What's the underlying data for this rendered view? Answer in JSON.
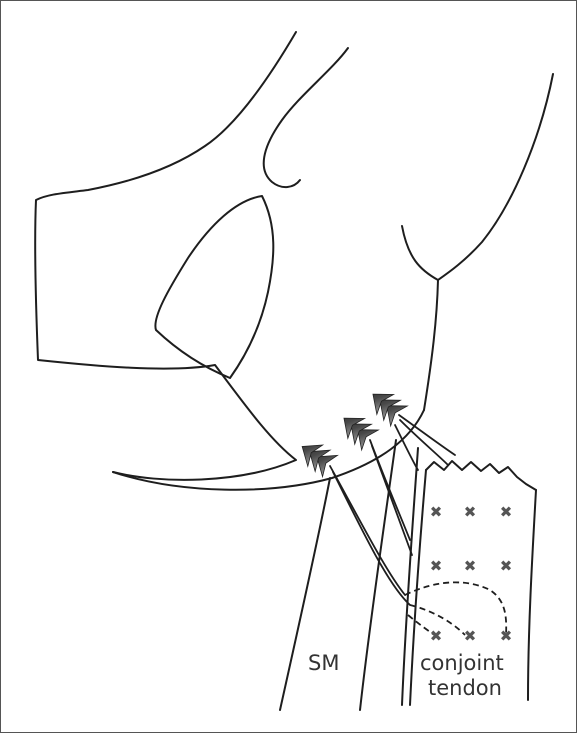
{
  "labels": {
    "sm": "SM",
    "conjoint_line1": "conjoint",
    "conjoint_line2": "tendon"
  },
  "colors": {
    "outline": "#1e1e1e",
    "arrow_dark": "#3a3a3a",
    "arrow_light": "#8a8a8a",
    "suture_mark": "#555555"
  }
}
